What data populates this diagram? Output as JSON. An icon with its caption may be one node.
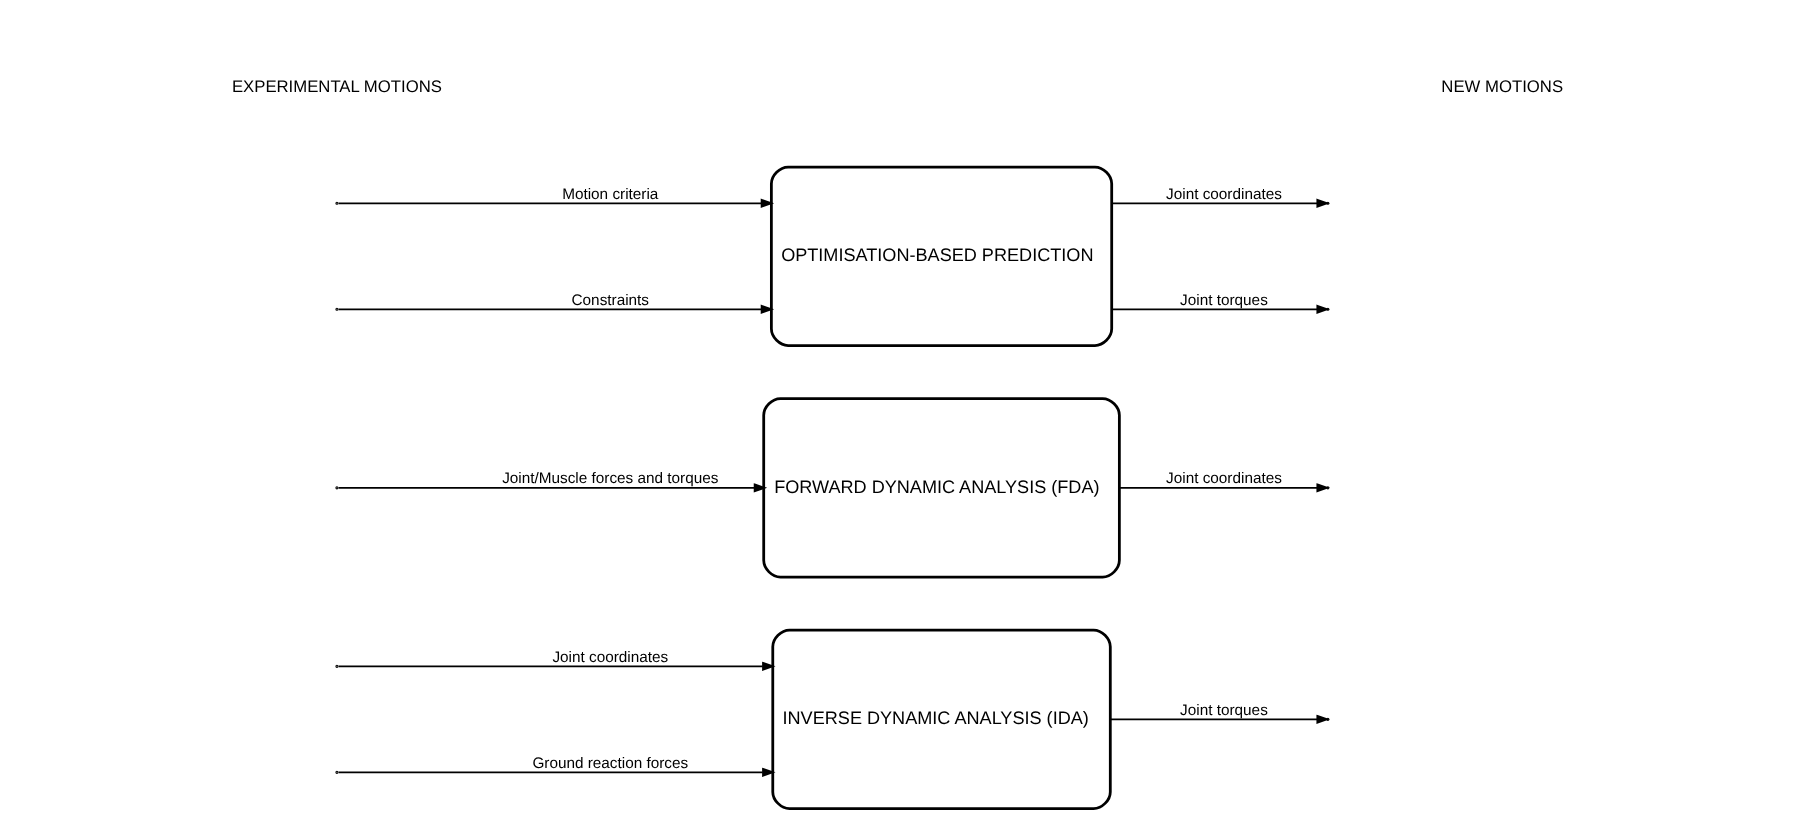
{
  "diagram": {
    "nodes": [
      {
        "text": [
          "INVERSE DYNAMIC ANALYSIS (IDA)"
        ]
      },
      {
        "text": [
          "FORWARD DYNAMIC ANALYSIS (FDA)"
        ]
      },
      {
        "text": [
          "OPTIMISATION-BASED PREDICTION"
        ]
      }
    ],
    "edges": [
      {
        "from": null,
        "to": 0,
        "arrow": "to",
        "label": "Joint coordinates"
      },
      {
        "from": null,
        "to": 0,
        "arrow": "to",
        "label": "Ground reaction forces"
      },
      {
        "from": 0,
        "to": null,
        "arrow": "to",
        "label": "Joint torques"
      },
      {
        "from": null,
        "to": 1,
        "arrow": "to",
        "label": "Joint/Muscle forces and torques"
      },
      {
        "from": 1,
        "to": null,
        "arrow": "to",
        "label": "Joint coordinates"
      },
      {
        "from": null,
        "to": 2,
        "arrow": "to",
        "label": "Motion criteria"
      },
      {
        "from": null,
        "to": 2,
        "arrow": "to",
        "label": "Constraints"
      },
      {
        "from": 2,
        "to": null,
        "arrow": "to",
        "label": "Joint coordinates"
      },
      {
        "from": 2,
        "to": null,
        "arrow": "to",
        "label": "Joint torques"
      }
    ],
    "labels": [
      "EXPERIMENTAL MOTIONS",
      "NEW MOTIONS"
    ]
  }
}
